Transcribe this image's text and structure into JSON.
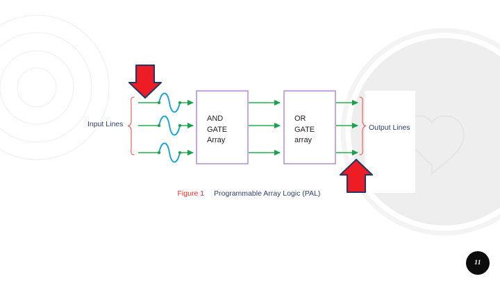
{
  "slide": {
    "title": "Programmable Array Logic (PAL)",
    "page_number": "11",
    "background_color": "#ffffff"
  },
  "diagram": {
    "type": "block-diagram",
    "input_label": "Input Lines",
    "output_label": "Output Lines",
    "blocks": [
      {
        "id": "and-gate-array",
        "line1": "AND",
        "line2": "GATE",
        "line3": "Array",
        "border_color": "#b07fd0",
        "fill_color": "#ffffff"
      },
      {
        "id": "or-gate-array",
        "line1": "OR",
        "line2": "GATE",
        "line3": "array",
        "border_color": "#b07fd0",
        "fill_color": "#ffffff"
      }
    ],
    "signal_lines": {
      "count": 3,
      "color": "#22b14c",
      "squiggle_color": "#18a3e0",
      "node_color": "#1aa84a"
    },
    "braces": {
      "color": "#f06a6a"
    },
    "annotations": [
      {
        "id": "input-arrow",
        "direction": "down",
        "fill": "#ee1c25",
        "stroke": "#1f3864"
      },
      {
        "id": "output-arrow",
        "direction": "up",
        "fill": "#ee1c25",
        "stroke": "#1f3864"
      }
    ]
  },
  "caption": {
    "figure_label": "Figure 1",
    "figure_title": "Programmable Array Logic (PAL)",
    "figure_label_color": "#ee2a24",
    "figure_title_color": "#2e3f6e"
  },
  "decorations": {
    "rings": {
      "id": "concentric-rings",
      "color": "#eceef3",
      "radii": [
        28,
        52,
        77,
        102
      ]
    },
    "circle": {
      "id": "big-circle",
      "color": "#eeeeee"
    },
    "heart": {
      "id": "heart-outline",
      "color": "#e2e2e2"
    }
  }
}
